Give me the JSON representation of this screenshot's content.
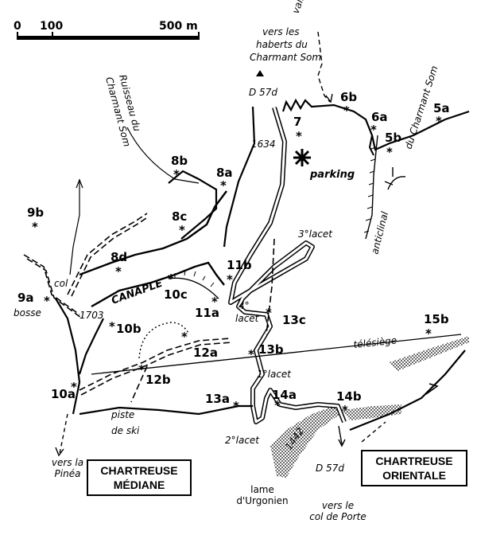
{
  "scale": {
    "zero": "0",
    "hundred": "100",
    "end": "500 m"
  },
  "directions": {
    "haberts": [
      "vers les",
      "haberts du",
      "Charmant Som"
    ],
    "vallon": "vallon",
    "pinea": [
      "vers la",
      "Pinéa"
    ],
    "col_porte": [
      "vers le",
      "col de Porte"
    ]
  },
  "roads": {
    "north": "D 57d",
    "south": "D 57d",
    "alt_1634": "1634",
    "alt_1442": "1442",
    "alt_1703": "1703"
  },
  "places": {
    "parking": "parking",
    "ruisseau": [
      "Ruisseau du",
      "Charmant Som"
    ],
    "du_charmant_som": "du Charmant Som",
    "anticlinal": "anticlinal",
    "canaple": "CANAPLE",
    "col": "col",
    "bosse": "bosse",
    "telesiege": "télésiège",
    "piste": [
      "piste",
      "de ski"
    ],
    "lame": [
      "lame",
      "d'Urgonien"
    ]
  },
  "lacets": {
    "l1": "1°lacet",
    "l2": "2°lacet",
    "l3": "3°lacet",
    "l4a": "4°",
    "l4b": "lacet"
  },
  "stations": [
    "7",
    "6b",
    "6a",
    "5a",
    "5b",
    "8b",
    "8a",
    "8c",
    "8d",
    "9b",
    "9a",
    "11b",
    "10c",
    "10b",
    "10a",
    "11a",
    "13c",
    "13b",
    "12a",
    "12b",
    "13a",
    "14a",
    "14b",
    "15b"
  ],
  "boxes": {
    "mediane": [
      "CHARTREUSE",
      "MÉDIANE"
    ],
    "orientale": [
      "CHARTREUSE",
      "ORIENTALE"
    ]
  }
}
